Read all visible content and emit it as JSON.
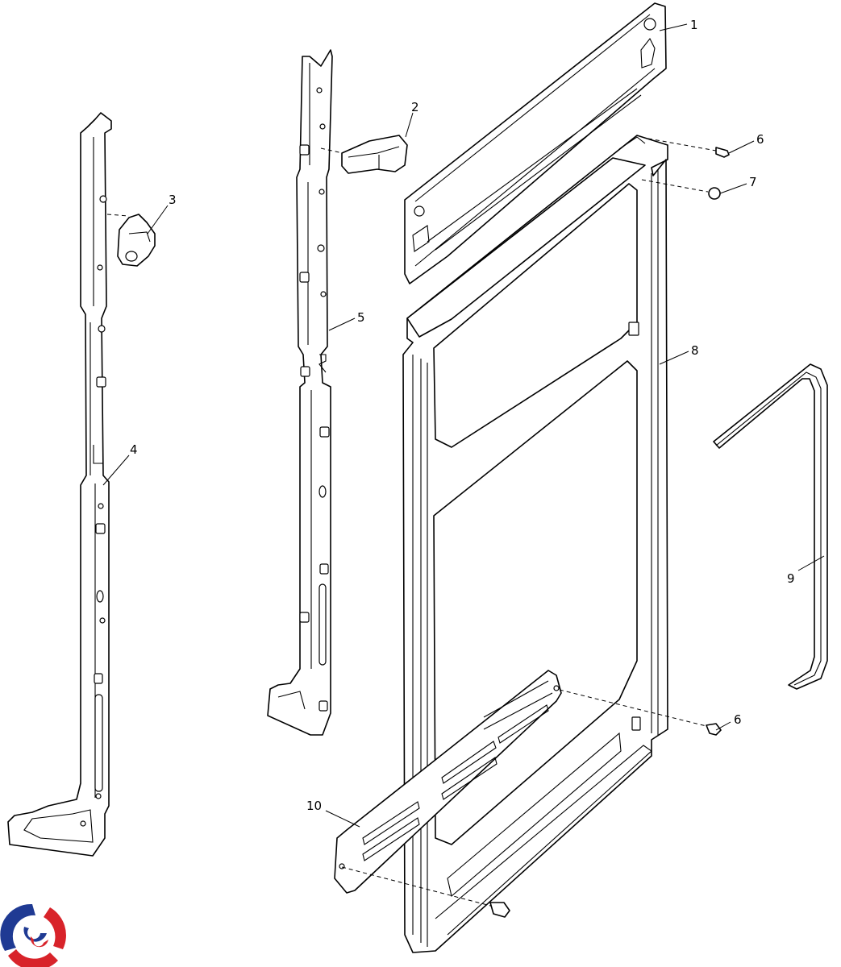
{
  "diagram": {
    "callouts": [
      {
        "id": "1",
        "label": "1"
      },
      {
        "id": "2",
        "label": "2"
      },
      {
        "id": "3",
        "label": "3"
      },
      {
        "id": "4",
        "label": "4"
      },
      {
        "id": "5",
        "label": "5"
      },
      {
        "id": "6a",
        "label": "6"
      },
      {
        "id": "7",
        "label": "7"
      },
      {
        "id": "8",
        "label": "8"
      },
      {
        "id": "9",
        "label": "9"
      },
      {
        "id": "6b",
        "label": "6"
      },
      {
        "id": "10",
        "label": "10"
      }
    ]
  },
  "colors": {
    "line": "#000000",
    "background": "#ffffff",
    "logo_blue": "#1f3a93",
    "logo_red": "#d8232a"
  },
  "icons": {
    "logo": "brand-logo-icon"
  }
}
